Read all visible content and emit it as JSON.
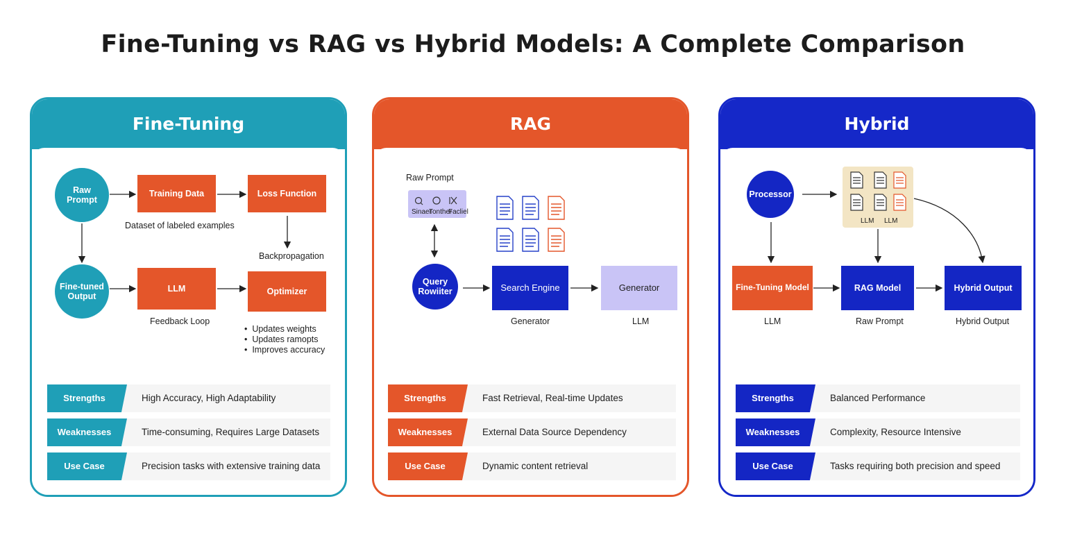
{
  "title": "Fine-Tuning vs RAG vs Hybrid Models: A Complete Comparison",
  "colors": {
    "fine_tuning": "#1f9fb7",
    "rag": "#e4562a",
    "hybrid": "#1528c8",
    "lavender": "#c9c4f6"
  },
  "fine_tuning": {
    "header": "Fine-Tuning",
    "nodes": {
      "raw_prompt": "Raw Prompt",
      "training_data": "Training Data",
      "loss_function": "Loss Function",
      "fine_tuned_output": "Fine-tuned Output",
      "llm": "LLM",
      "optimizer": "Optimizer"
    },
    "labels": {
      "dataset": "Dataset of labeled examples",
      "backprop": "Backpropagation",
      "feedback": "Feedback Loop",
      "bullets": [
        "Updates weights",
        "Updates ramopts",
        "Improves accuracy"
      ]
    },
    "rows": [
      {
        "tag": "Strengths",
        "value": "High Accuracy, High Adaptability"
      },
      {
        "tag": "Weaknesses",
        "value": "Time-consuming, Requires Large Datasets"
      },
      {
        "tag": "Use Case",
        "value": "Precision tasks with extensive training data"
      }
    ]
  },
  "rag": {
    "header": "RAG",
    "nodes": {
      "query_rewriter": "Query Rowiiter",
      "search_engine": "Search Engine",
      "generator": "Generator"
    },
    "labels": {
      "raw_prompt": "Raw Prompt",
      "tools": [
        "Sinaer",
        "Tonther",
        "Facliel"
      ],
      "under_search": "Generator",
      "under_generator": "LLM"
    },
    "rows": [
      {
        "tag": "Strengths",
        "value": "Fast Retrieval, Real-time Updates"
      },
      {
        "tag": "Weaknesses",
        "value": "External Data Source Dependency"
      },
      {
        "tag": "Use Case",
        "value": "Dynamic content retrieval"
      }
    ]
  },
  "hybrid": {
    "header": "Hybrid",
    "nodes": {
      "processor": "Processor",
      "fine_tuning_model": "Fine-Tuning Model",
      "rag_model": "RAG Model",
      "hybrid_output": "Hybrid Output"
    },
    "labels": {
      "tray": [
        "LLM",
        "LLM"
      ],
      "under_ft": "LLM",
      "under_rag": "Raw Prompt",
      "under_output": "Hybrid Output"
    },
    "rows": [
      {
        "tag": "Strengths",
        "value": "Balanced Performance"
      },
      {
        "tag": "Weaknesses",
        "value": "Complexity, Resource Intensive"
      },
      {
        "tag": "Use Case",
        "value": "Tasks requiring both precision and speed"
      }
    ]
  }
}
